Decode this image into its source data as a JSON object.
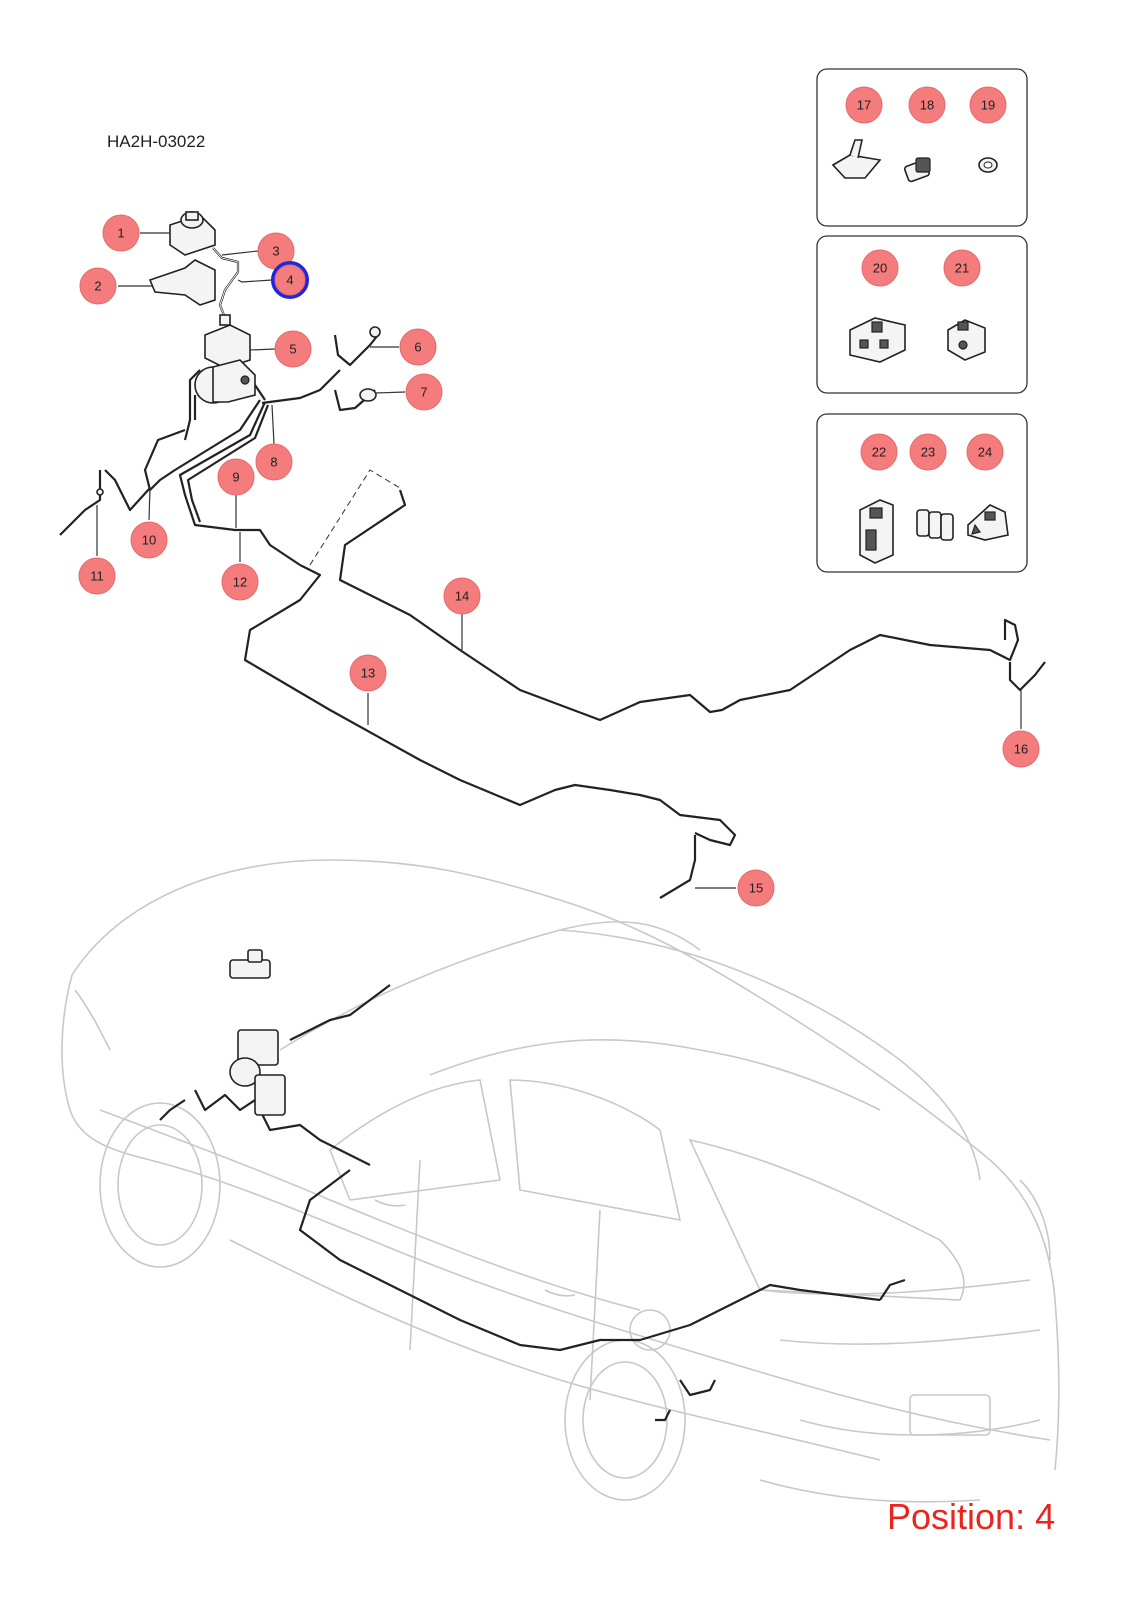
{
  "diagram_code": "HA2H-03022",
  "position_label": "Position: 4",
  "selected_callout": "4",
  "callouts": [
    "1",
    "2",
    "3",
    "4",
    "5",
    "6",
    "7",
    "8",
    "9",
    "10",
    "11",
    "12",
    "13",
    "14",
    "15",
    "16",
    "17",
    "18",
    "19",
    "20",
    "21",
    "22",
    "23",
    "24"
  ],
  "colors": {
    "callout_fill": "#f47c7c",
    "selected_outline": "#1f26e0",
    "position_text": "#e8261d",
    "car_outline": "#c8c8c8"
  }
}
